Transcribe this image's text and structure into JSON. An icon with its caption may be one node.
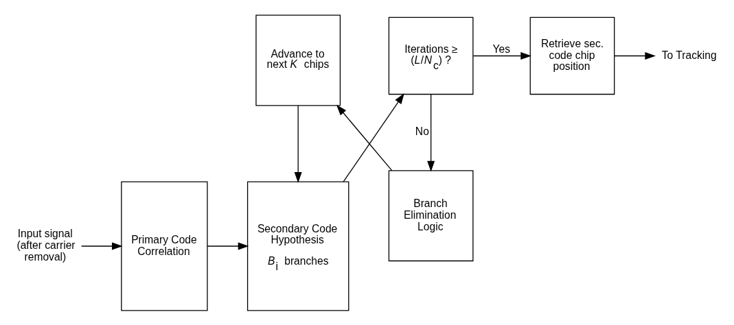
{
  "diagram": {
    "nodes": [
      {
        "text": [
          "Input signal (after carrier removal)"
        ]
      },
      {
        "text": [
          "Primary Code Correlation"
        ]
      },
      {
        "text": [
          "Secondary Code Hypothesis",
          "*B*$_{i}$ branches"
        ]
      },
      {
        "text": [
          "Iterations ≥ (*L*/*N*$_{c}$) ?"
        ]
      },
      {
        "text": [
          "Retrieve sec. code chip position"
        ]
      },
      {
        "text": [
          "To Tracking"
        ]
      },
      {
        "text": [
          "Branch Elimination Logic"
        ]
      },
      {
        "text": [
          "Advance to next *K* chips"
        ]
      }
    ],
    "edges": [
      {
        "from": 0,
        "to": 1,
        "arrow": "to"
      },
      {
        "from": 1,
        "to": 2,
        "arrow": "to"
      },
      {
        "from": 2,
        "to": 3,
        "arrow": "to"
      },
      {
        "from": 3,
        "to": 4,
        "arrow": "to",
        "label": "Yes"
      },
      {
        "from": 4,
        "to": 5,
        "arrow": "to"
      },
      {
        "from": 3,
        "to": 6,
        "arrow": "to",
        "label": "No"
      },
      {
        "from": 6,
        "to": 7,
        "arrow": "to"
      },
      {
        "from": 7,
        "to": 2,
        "arrow": "to"
      }
    ]
  }
}
